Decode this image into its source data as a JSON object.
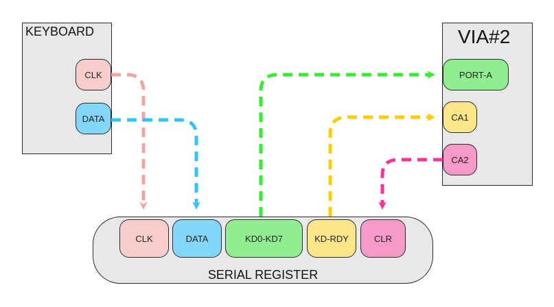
{
  "keyboard": {
    "title": "KEYBOARD",
    "clk_label": "CLK",
    "data_label": "DATA"
  },
  "via": {
    "title": "VIA#2",
    "porta_label": "PORT-A",
    "ca1_label": "CA1",
    "ca2_label": "CA2"
  },
  "serial_register": {
    "title": "SERIAL REGISTER",
    "clk_label": "CLK",
    "data_label": "DATA",
    "kd_label": "KD0-KD7",
    "kdrdy_label": "KD-RDY",
    "clr_label": "CLR"
  },
  "colors": {
    "clk": "#f4a4a0",
    "data": "#33c3f5",
    "kd": "#33ee33",
    "kdrdy": "#ffcc00",
    "clr": "#ff3399",
    "clk_fill": "#f8cecc",
    "data_fill": "#84d7f8",
    "kd_fill": "#90ee90",
    "kdrdy_fill": "#fde68a",
    "clr_fill": "#f79ac8"
  }
}
